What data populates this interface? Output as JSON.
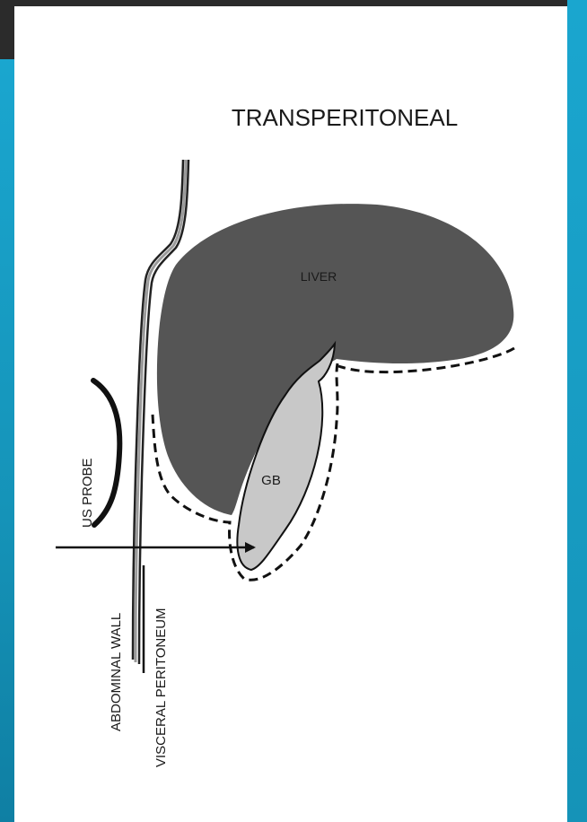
{
  "diagram": {
    "title": "TRANSPERITONEAL",
    "labels": {
      "liver": "LIVER",
      "gallbladder": "GB",
      "probe": "US PROBE",
      "abdominal_wall": "ABDOMINAL WALL",
      "visceral_peritoneum": "VISCERAL PERITONEUM"
    }
  },
  "colors": {
    "liver": "#555555",
    "gallbladder": "#c8c8c8",
    "frame_dark": "#2b2b2b",
    "accent_blue": "#1aa6cf"
  }
}
